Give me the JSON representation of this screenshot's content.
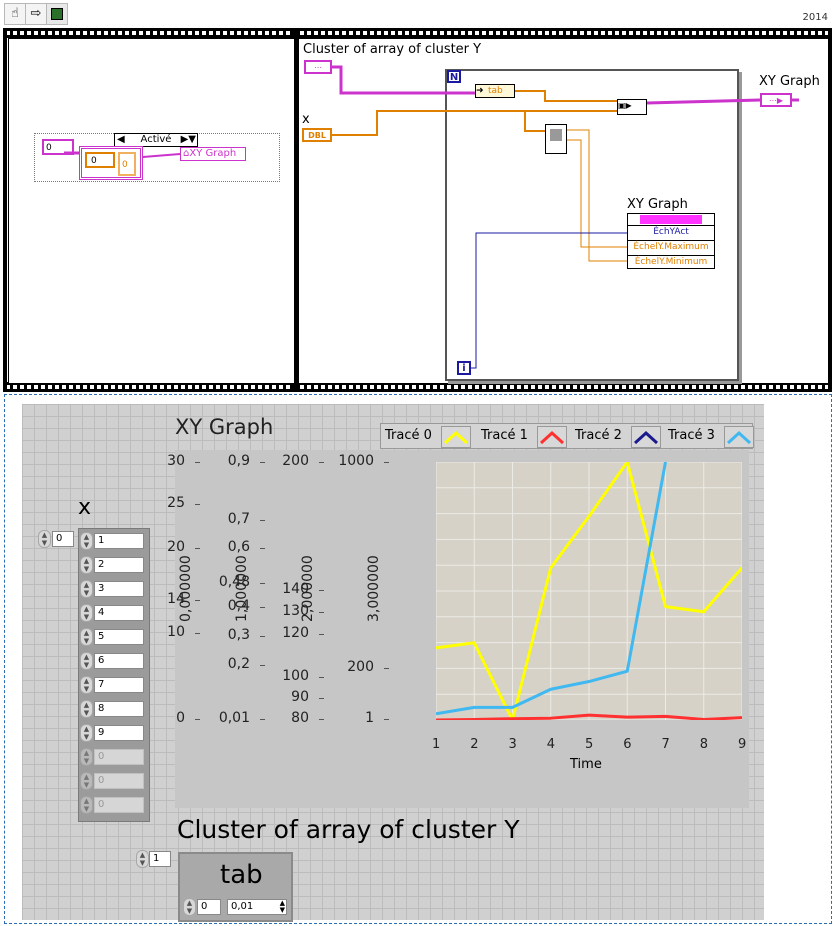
{
  "toolbar": {
    "icons": [
      "hand-probe-icon",
      "arrow-run-icon",
      "labview-vi-icon"
    ],
    "version_year": "2014"
  },
  "diagram": {
    "case_selector_value": "Activé",
    "left_case": {
      "const_outer": "0",
      "const_inner": "0",
      "const_orange": "0",
      "property_target": "XY Graph"
    },
    "right_case": {
      "title": "Cluster of array of cluster Y",
      "x_label": "x",
      "x_terminal": "DBL",
      "loop_count_terminal": "N",
      "loop_index_terminal": "i",
      "unbundle_field": "tab",
      "graph_terminal_label": "XY Graph",
      "property_node_label": "XY Graph",
      "property_items": [
        "ÉchYAct",
        "ÉchelY.Maximum",
        "ÉchelY.Minimum"
      ]
    }
  },
  "front_panel": {
    "x_array": {
      "label": "x",
      "index": "0",
      "values": [
        "1",
        "2",
        "3",
        "4",
        "5",
        "6",
        "7",
        "8",
        "9",
        "0",
        "0",
        "0"
      ],
      "dimmed_from": 9
    },
    "graph": {
      "label": "XY Graph",
      "legend": [
        {
          "name": "Tracé 0",
          "color": "#ffff00"
        },
        {
          "name": "Tracé 1",
          "color": "#ff3030"
        },
        {
          "name": "Tracé 2",
          "color": "#1a1a8c"
        },
        {
          "name": "Tracé 3",
          "color": "#40b8f0"
        }
      ],
      "y_axis_names": [
        "0,000000",
        "1,000000",
        "2,000000",
        "3,000000"
      ],
      "y_axis_ticks": [
        [
          "30",
          "25",
          "20",
          "14",
          "10",
          "0"
        ],
        [
          "0,9",
          "0,7",
          "0,6",
          "0,48",
          "0,4",
          "0,3",
          "0,2",
          "0,01"
        ],
        [
          "200",
          "140",
          "130",
          "120",
          "100",
          "90",
          "80"
        ],
        [
          "1000",
          "200",
          "1"
        ]
      ]
    },
    "cluster": {
      "label": "Cluster of array of cluster Y",
      "index": "1",
      "inner_label": "tab",
      "inner_index": "0",
      "inner_value": "0,01"
    }
  },
  "chart_data": {
    "type": "line",
    "xlabel": "Time",
    "x": [
      1,
      2,
      3,
      4,
      5,
      6,
      7,
      8,
      9
    ],
    "xlim": [
      1,
      9
    ],
    "ylim": [
      1,
      1000
    ],
    "ylabel": "",
    "grid": true,
    "legend_position": "top-right",
    "series": [
      {
        "name": "Tracé 0",
        "color": "#ffff00",
        "values": [
          280,
          300,
          1,
          590,
          790,
          1000,
          440,
          420,
          590
        ]
      },
      {
        "name": "Tracé 1",
        "color": "#ff3030",
        "values": [
          1,
          3,
          6,
          8,
          20,
          12,
          15,
          3,
          10
        ]
      },
      {
        "name": "Tracé 3",
        "color": "#40b8f0",
        "values": [
          25,
          50,
          50,
          120,
          150,
          190,
          1000
        ]
      }
    ]
  }
}
